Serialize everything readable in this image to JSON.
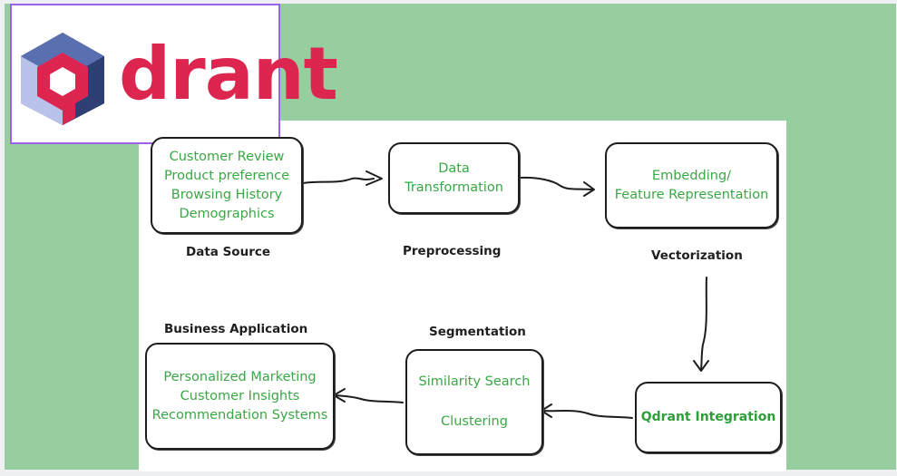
{
  "logo": {
    "text": "drant",
    "alt": "Qdrant"
  },
  "stages": {
    "data_source": {
      "label": "Data Source",
      "items": [
        "Customer Review",
        "Product preference",
        "Browsing History",
        "Demographics"
      ]
    },
    "preprocessing": {
      "label": "Preprocessing",
      "items": [
        "Data",
        "Transformation"
      ]
    },
    "vectorization": {
      "label": "Vectorization",
      "items": [
        "Embedding/",
        "Feature Representation"
      ]
    },
    "qdrant_integration": {
      "items": [
        "Qdrant Integration"
      ]
    },
    "segmentation": {
      "label": "Segmentation",
      "items": [
        "Similarity Search",
        "Clustering"
      ]
    },
    "business_application": {
      "label": "Business Application",
      "items": [
        "Personalized Marketing",
        "Customer Insights",
        "Recommendation Systems"
      ]
    }
  },
  "colors": {
    "background_frame": "#97ce9f",
    "box_text": "#3aa745",
    "logo_red": "#dc2650",
    "logo_border": "#9a63e8"
  }
}
